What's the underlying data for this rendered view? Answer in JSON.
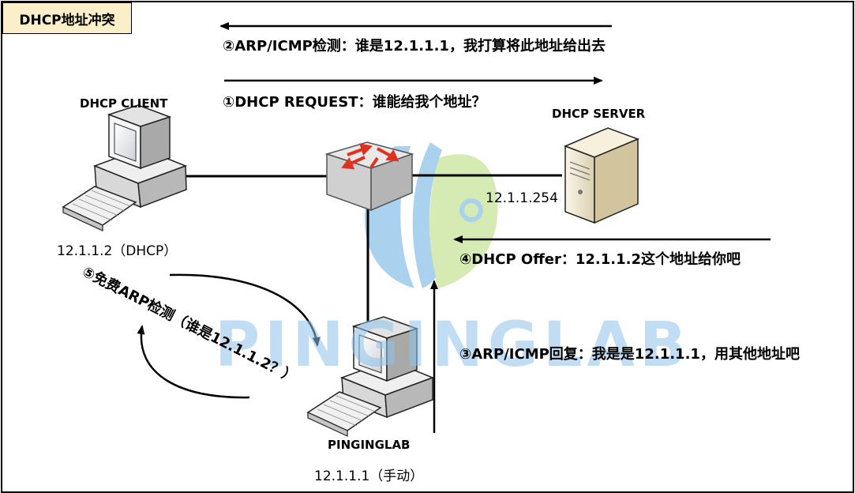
{
  "title": "DHCP地址冲突",
  "nodes": {
    "client": {
      "name": "DHCP CLIENT",
      "ip": "12.1.1.2（DHCP）"
    },
    "server": {
      "name": "DHCP SERVER",
      "ip": "12.1.1.254"
    },
    "pinginglab": {
      "name": "PINGINGLAB",
      "ip": "12.1.1.1（手动）"
    }
  },
  "steps": {
    "s1": "①DHCP REQUEST：谁能给我个地址？",
    "s2": "②ARP/ICMP检测：谁是12.1.1.1，我打算将此地址给出去",
    "s3": "③ARP/ICMP回复：我是是12.1.1.1，用其他地址吧",
    "s4": "④DHCP Offer：12.1.1.2这个地址给你吧",
    "s5": "⑤免费ARP检测（谁是12.1.1.2？）"
  },
  "watermark": "PINGINGLAB",
  "colors": {
    "title_bg": "#FBEFC9",
    "watermark_blue": "#8EC3EA",
    "watermark_green": "#C9E59A",
    "arrow_red": "#E0301E"
  }
}
